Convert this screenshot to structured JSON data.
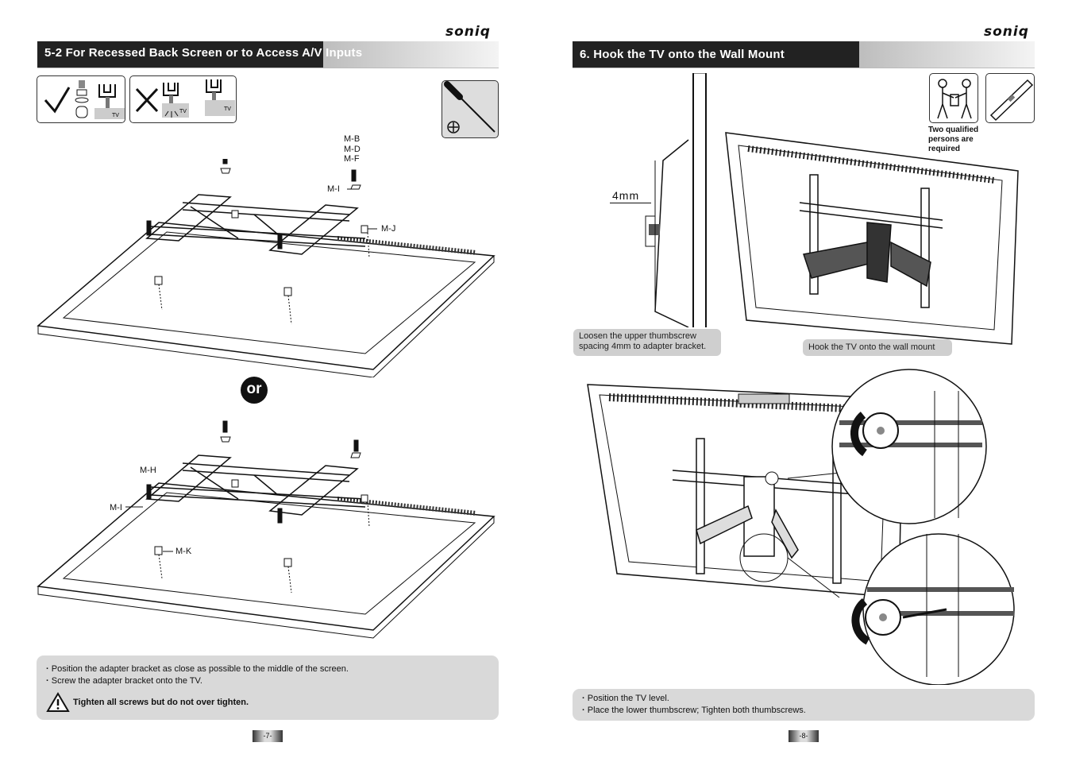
{
  "brand": "soniq",
  "left": {
    "section_title": "5-2 For Recessed Back Screen or to Access A/V Inputs",
    "icons": {
      "correct": "checkmark-icon",
      "wrong": "cross-icon",
      "tool": "screwdriver-icon",
      "tv_tag": "TV"
    },
    "callouts_top": {
      "mb": "M-B",
      "md": "M-D",
      "mf": "M-F",
      "mi": "M-I",
      "mj": "M-J"
    },
    "or_label": "or",
    "callouts_bottom": {
      "mh": "M-H",
      "mi": "M-I",
      "mk": "M-K"
    },
    "notes": [
      "Position the adapter bracket as close as possible to the middle of the screen.",
      "Screw the adapter bracket onto the TV."
    ],
    "warning": "Tighten all screws but do not over tighten.",
    "page_number": "-7-"
  },
  "right": {
    "section_title": "6. Hook the TV onto the Wall Mount",
    "persons_label": "Two qualified persons are required",
    "spacing_label": "4mm",
    "caption_loosen": "Loosen the upper thumbscrew spacing 4mm to adapter bracket.",
    "caption_hook": "Hook the TV onto the wall mount",
    "notes": [
      "Position the TV level.",
      "Place the lower thumbscrew; Tighten both thumbscrews."
    ],
    "page_number": "-8-"
  }
}
